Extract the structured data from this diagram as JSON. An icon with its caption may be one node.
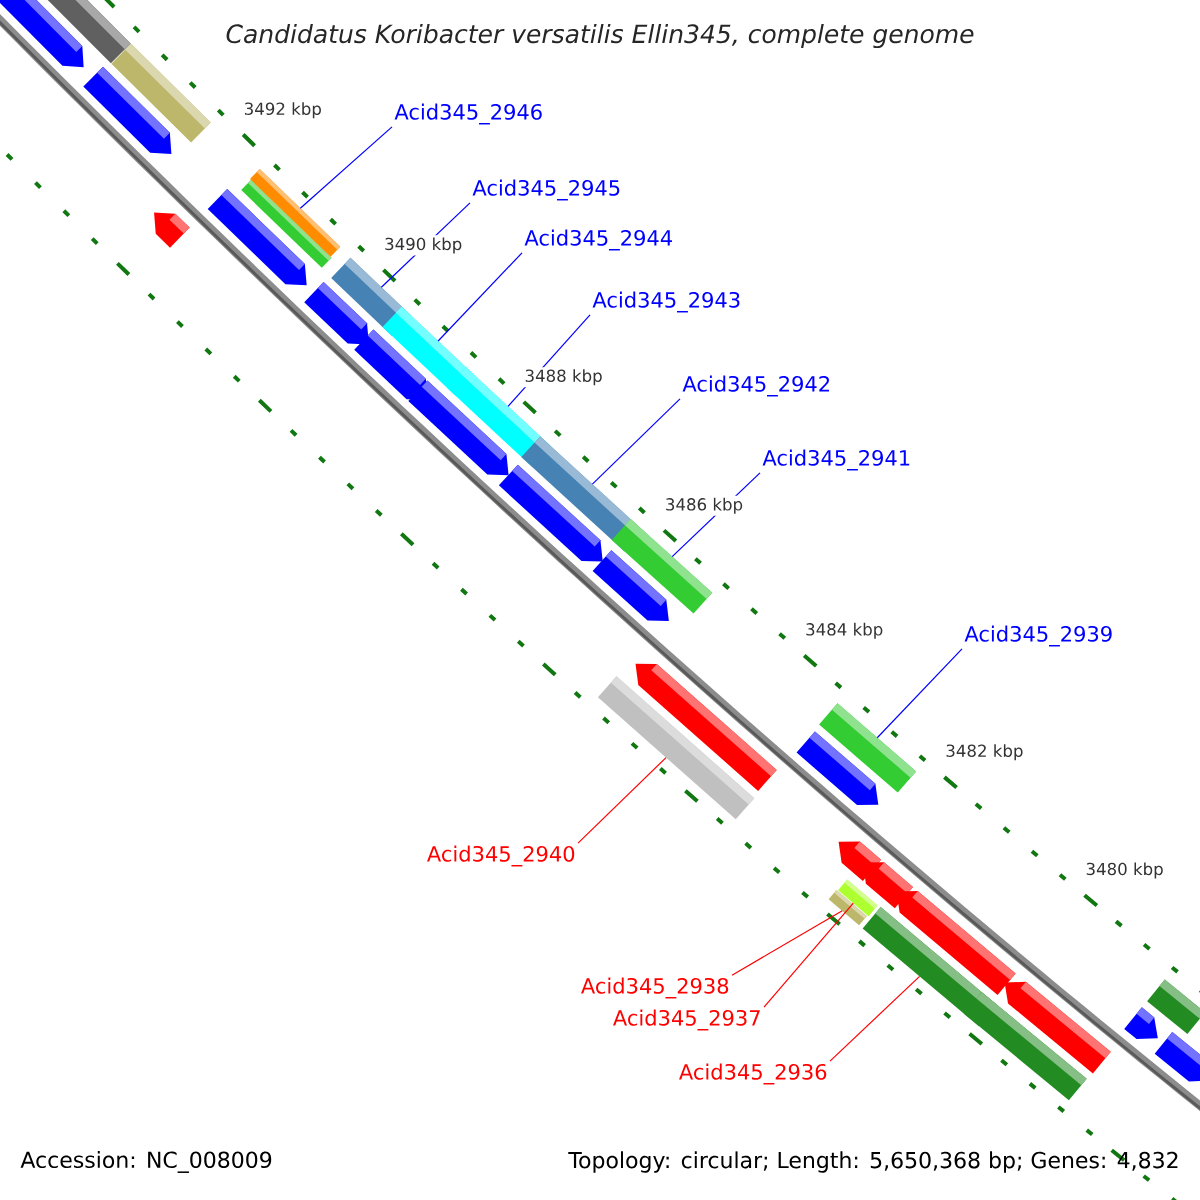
{
  "diagram": {
    "title": "Candidatus Koribacter versatilis Ellin345, complete genome",
    "nodes": [
      {
        "text": [
          "Acid345_2946"
        ]
      },
      {
        "text": [
          "Acid345_2945"
        ]
      },
      {
        "text": [
          "Acid345_2944"
        ]
      },
      {
        "text": [
          "Acid345_2943"
        ]
      },
      {
        "text": [
          "Acid345_2942"
        ]
      },
      {
        "text": [
          "Acid345_2941"
        ]
      },
      {
        "text": [
          "Acid345_2939"
        ]
      },
      {
        "text": [
          "Acid345_2940"
        ]
      },
      {
        "text": [
          "Acid345_2938"
        ]
      },
      {
        "text": [
          "Acid345_2937"
        ]
      },
      {
        "text": [
          "Acid345_2936"
        ]
      },
      {
        "text": [],
        "shape": "pentagon"
      },
      {
        "text": [],
        "shape": "bar"
      },
      {
        "text": [],
        "shape": "pentagon"
      },
      {
        "text": [],
        "shape": "bar"
      },
      {
        "text": [],
        "shape": "pentagon"
      },
      {
        "text": [],
        "shape": "pentagon"
      },
      {
        "text": [],
        "shape": "bar"
      },
      {
        "text": [],
        "shape": "bar"
      },
      {
        "text": [],
        "shape": "pentagon"
      },
      {
        "text": [],
        "shape": "bar"
      },
      {
        "text": [],
        "shape": "pentagon"
      },
      {
        "text": [],
        "shape": "bar"
      },
      {
        "text": [],
        "shape": "pentagon"
      },
      {
        "text": [],
        "shape": "bar"
      },
      {
        "text": [],
        "shape": "pentagon"
      },
      {
        "text": [],
        "shape": "bar"
      },
      {
        "text": [],
        "shape": "pentagon"
      },
      {
        "text": [],
        "shape": "bar"
      },
      {
        "text": [],
        "shape": "bar"
      },
      {
        "text": [],
        "shape": "pentagon"
      },
      {
        "text": [],
        "shape": "pentagon"
      },
      {
        "text": [],
        "shape": "bar"
      },
      {
        "text": [],
        "shape": "pentagon"
      },
      {
        "text": [],
        "shape": "bar"
      },
      {
        "text": [],
        "shape": "bar"
      },
      {
        "text": [],
        "shape": "pentagon"
      },
      {
        "text": [],
        "shape": "bar"
      },
      {
        "text": [],
        "shape": "pentagon"
      },
      {
        "text": [],
        "shape": "bar"
      },
      {
        "text": [],
        "shape": "pentagon"
      },
      {
        "text": [],
        "shape": "pentagon"
      },
      {
        "text": [],
        "shape": "bar"
      },
      {
        "text": [],
        "shape": "pentagon"
      }
    ],
    "edges": [
      {
        "from": 0,
        "to": 18,
        "arrow": "none"
      },
      {
        "from": 1,
        "to": 20,
        "arrow": "none"
      },
      {
        "from": 2,
        "to": 22,
        "arrow": "none"
      },
      {
        "from": 3,
        "to": 24,
        "arrow": "none"
      },
      {
        "from": 4,
        "to": 26,
        "arrow": "none"
      },
      {
        "from": 5,
        "to": 28,
        "arrow": "none"
      },
      {
        "from": 6,
        "to": 35,
        "arrow": "none"
      },
      {
        "from": 7,
        "to": 29,
        "arrow": "none",
        "color": "#ff0000"
      },
      {
        "from": 8,
        "to": 32,
        "arrow": "none",
        "color": "#ff0000"
      },
      {
        "from": 9,
        "to": 34,
        "arrow": "none",
        "color": "#ff0000"
      },
      {
        "from": 10,
        "to": 37,
        "arrow": "none",
        "color": "#ff0000"
      }
    ],
    "labels": [
      "3492 kbp",
      "3490 kbp",
      "3488 kbp",
      "3486 kbp",
      "3484 kbp",
      "3482 kbp",
      "3480 kbp",
      "Accession: NC_008009",
      "Topology: circular; Length: 5,650,368 bp; Genes: 4,832"
    ]
  }
}
